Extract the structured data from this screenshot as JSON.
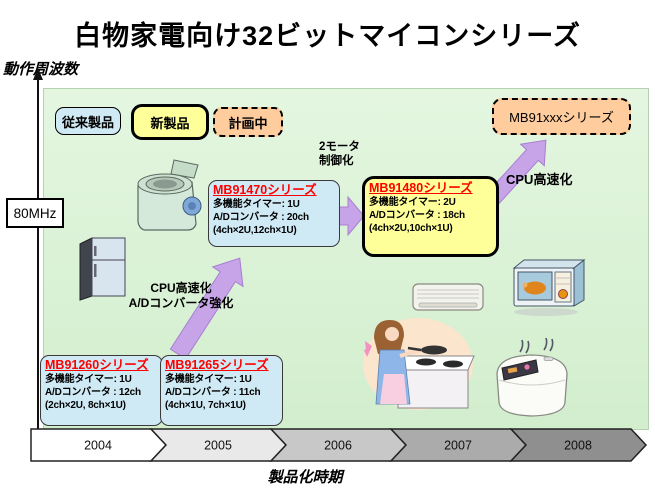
{
  "title": "白物家電向け32ビットマイコンシリーズ",
  "axes": {
    "y_label": "動作周波数",
    "x_label": "製品化時期",
    "y_tick": "80MHz"
  },
  "legend": {
    "conventional_label": "従来製品",
    "new_label": "新製品",
    "planned_label": "計画中"
  },
  "series_boxes": {
    "mb91260": {
      "title": "MB91260シリーズ",
      "timer": "多機能タイマー:  1U",
      "adc": "A/Dコンバータ :  12ch",
      "channels": "(2ch×2U, 8ch×1U)"
    },
    "mb91265": {
      "title": "MB91265シリーズ",
      "timer": "多機能タイマー:  1U",
      "adc": "A/Dコンバータ :  11ch",
      "channels": "(4ch×1U, 7ch×1U)"
    },
    "mb91470": {
      "title": "MB91470シリーズ",
      "timer": "多機能タイマー:  1U",
      "adc": "A/Dコンバータ : 20ch",
      "channels": "(4ch×2U,12ch×1U)"
    },
    "mb91480": {
      "title": "MB91480シリーズ",
      "timer": "多機能タイマー:  2U",
      "adc": "A/Dコンバータ : 18ch",
      "channels": "(4ch×2U,10ch×1U)"
    },
    "mb91xxx": {
      "title": "MB91xxxシリーズ"
    }
  },
  "annotations": {
    "upgrade1_line1": "CPU高速化",
    "upgrade1_line2": "A/Dコンバータ強化",
    "upgrade2_line1": "2モータ",
    "upgrade2_line2": "制御化",
    "upgrade3": "CPU高速化"
  },
  "timeline_years": [
    "2004",
    "2005",
    "2006",
    "2007",
    "2008"
  ],
  "illustration_icons": [
    "refrigerator-icon",
    "washing-machine-icon",
    "air-conditioner-icon",
    "microwave-oven-icon",
    "cooking-person-stove-icon",
    "rice-cooker-icon"
  ],
  "colors": {
    "plot_background": "#dcf2d6",
    "legend_conventional_fill": "#cfe9f5",
    "legend_new_fill": "#ffff99",
    "legend_planned_fill": "#ffcc9e",
    "series_title_red": "#ff0000",
    "arrow_purple": "#c7a3e8",
    "arrow_purple_edge": "#a77fd2",
    "timeline_fills": [
      "#ffffff",
      "#e9e9e9",
      "#c8c8c8",
      "#ababab",
      "#8f8f8f"
    ]
  }
}
